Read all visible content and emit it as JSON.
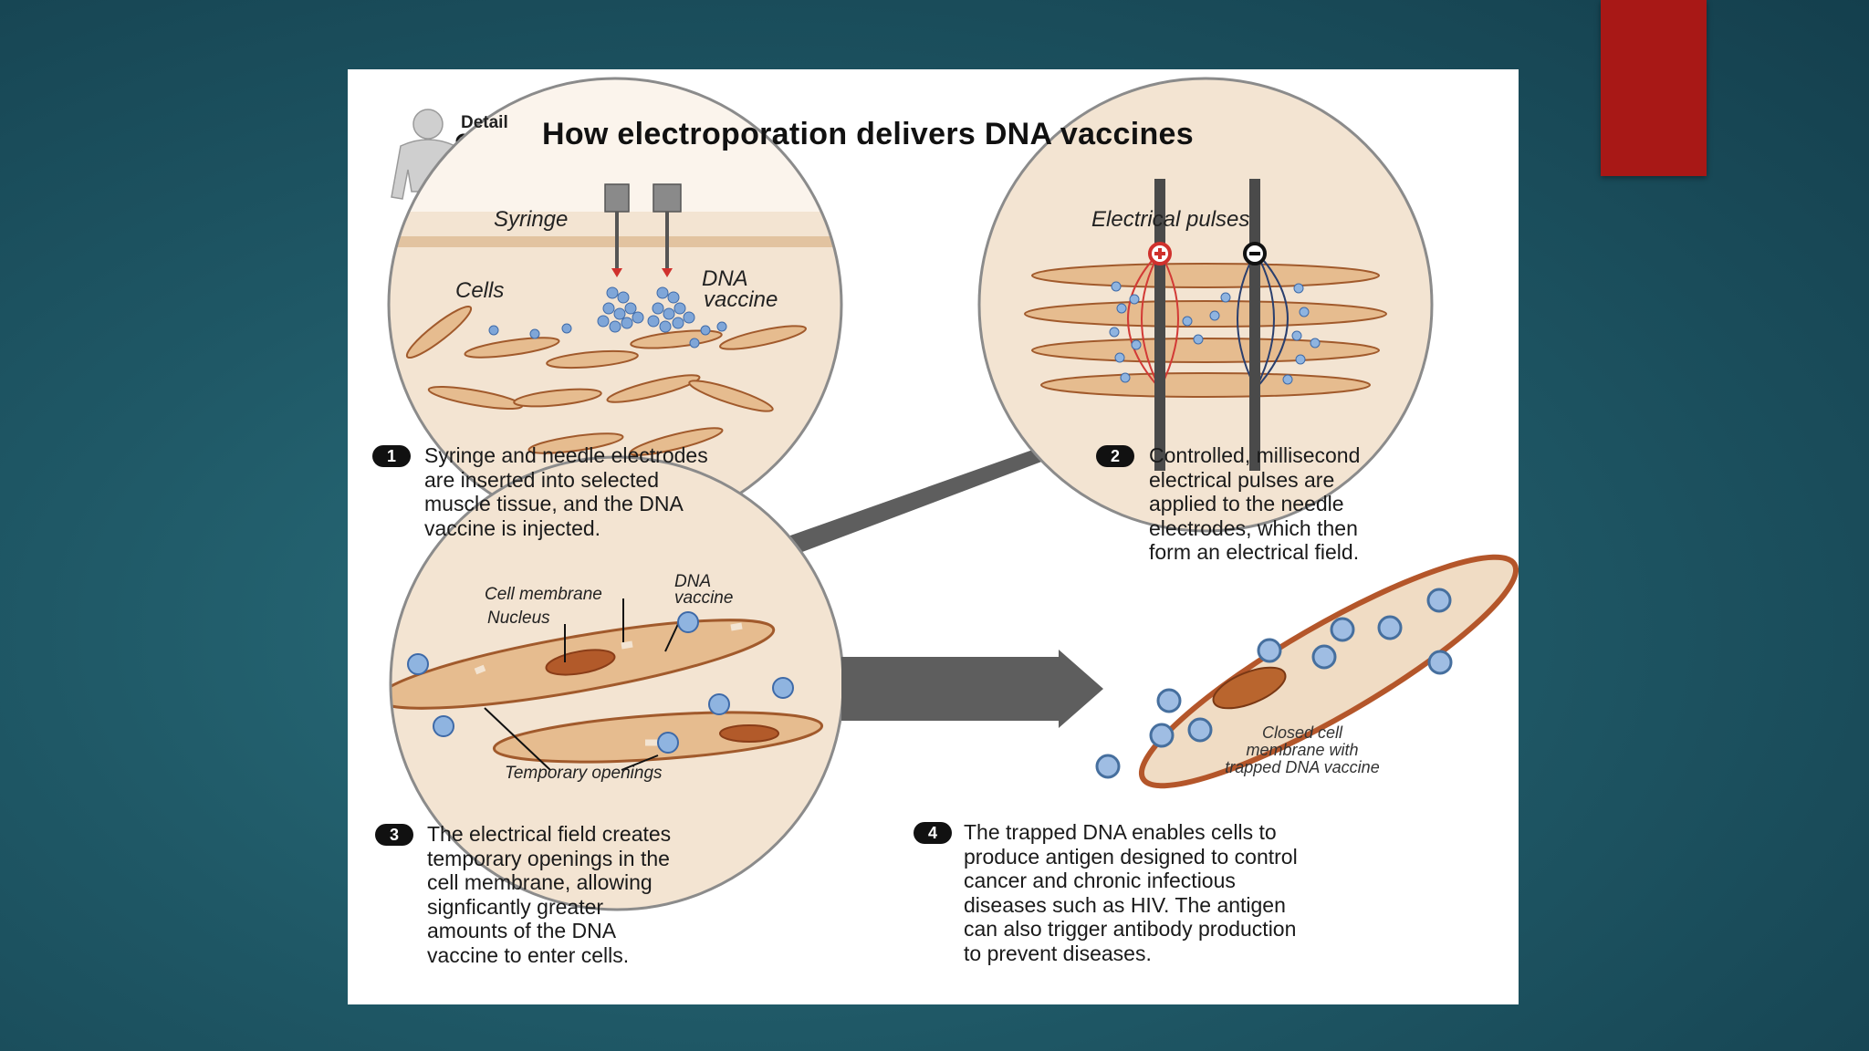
{
  "slide": {
    "accent_color": "#a81816",
    "background_color": "#1f5866"
  },
  "figure": {
    "detail_label": "Detail",
    "title": "How electroporation delivers DNA vaccines",
    "panel1": {
      "label_syringe": "Syringe",
      "label_cells": "Cells",
      "label_dna_line1": "DNA",
      "label_dna_line2": "vaccine"
    },
    "panel2": {
      "label_pulses": "Electrical pulses"
    },
    "panel3": {
      "label_cell_membrane": "Cell membrane",
      "label_nucleus": "Nucleus",
      "label_dna_line1": "DNA",
      "label_dna_line2": "vaccine",
      "label_openings": "Temporary openings"
    },
    "panel4": {
      "caption_lines": [
        "Closed cell",
        "membrane with",
        "trapped DNA vaccine"
      ]
    },
    "steps": [
      {
        "number": "1",
        "lines": [
          "Syringe and needle  electrodes",
          "are inserted into selected",
          "muscle tissue, and the DNA",
          "vaccine is injected."
        ]
      },
      {
        "number": "2",
        "lines": [
          "Controlled, millisecond",
          "electrical  pulses are",
          "applied to the needle",
          "electrodes, which then",
          "form an electrical field."
        ]
      },
      {
        "number": "3",
        "lines": [
          "The electrical field creates",
          "temporary openings in the",
          "cell membrane, allowing",
          "signficantly greater",
          "amounts of the DNA",
          "vaccine to enter cells."
        ]
      },
      {
        "number": "4",
        "lines": [
          "The trapped DNA enables cells to",
          "produce antigen designed to control",
          "cancer and chronic infectious",
          "diseases such as HIV. The antigen",
          "can also trigger antibody production",
          "to prevent diseases."
        ]
      }
    ]
  }
}
